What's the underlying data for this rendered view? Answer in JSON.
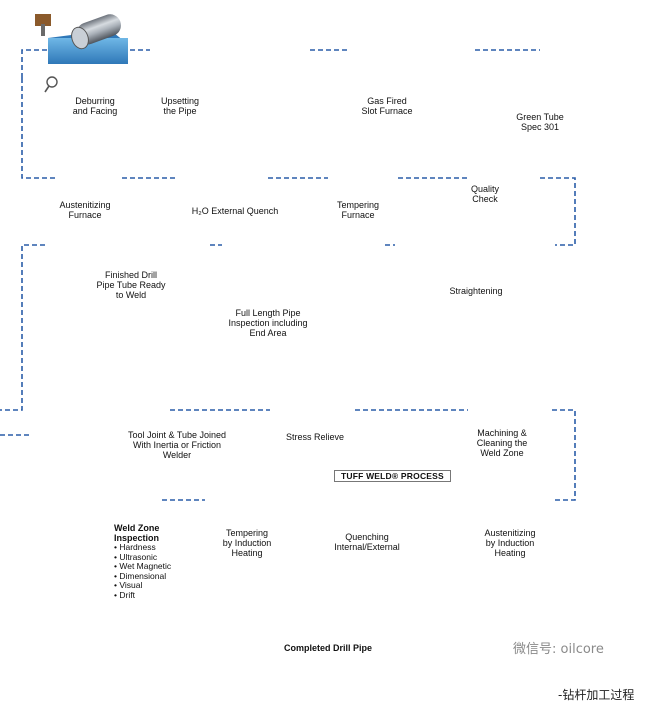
{
  "colors": {
    "flow_line": "#2a5da8",
    "arrow_fill": "#f5a623",
    "arrow_edge": "#c77700",
    "pipe_light": "#c8cdd3",
    "pipe_dark": "#5f6670",
    "heat_red": "#e0401a",
    "heat_orange": "#f59a1c",
    "furnace_dark": "#2f3640",
    "coil_blue": "#5b6fd6",
    "marker_blue": "#1aa0d8"
  },
  "steps": {
    "deburring": "Deburring\nand Facing",
    "upsetting": "Upsetting\nthe Pipe",
    "gas_fired": "Gas Fired\nSlot Furnace",
    "green_tube": "Green Tube\nSpec 301",
    "austenitizing": "Austenitizing\nFurnace",
    "quench": "H₂O External Quench",
    "tempering": "Tempering\nFurnace",
    "quality": "Quality\nCheck",
    "finished": "Finished Drill\nPipe Tube Ready\nto Weld",
    "inspection": "Full Length Pipe\nInspection including\nEnd Area",
    "straightening": "Straightening",
    "tool_joint": "Tool Joint & Tube Joined\nWith Inertia or Friction\nWelder",
    "stress_relieve": "Stress Relieve",
    "machining": "Machining &\nCleaning the\nWeld Zone",
    "tuff_weld_header": "TUFF WELD® PROCESS",
    "tempering_induction": "Tempering\nby Induction\nHeating",
    "quenching_ie": "Quenching\nInternal/External",
    "austenitizing_induction": "Austenitizing\nby Induction\nHeating",
    "completed": "Completed Drill Pipe"
  },
  "weld_zone": {
    "title": "Weld Zone\nInspection",
    "items": [
      "Hardness",
      "Ultrasonic",
      "Wet Magnetic",
      "Dimensional",
      "Visual",
      "Drift"
    ]
  },
  "watermark": "微信号: oilcore",
  "caption": "-钻杆加工过程"
}
